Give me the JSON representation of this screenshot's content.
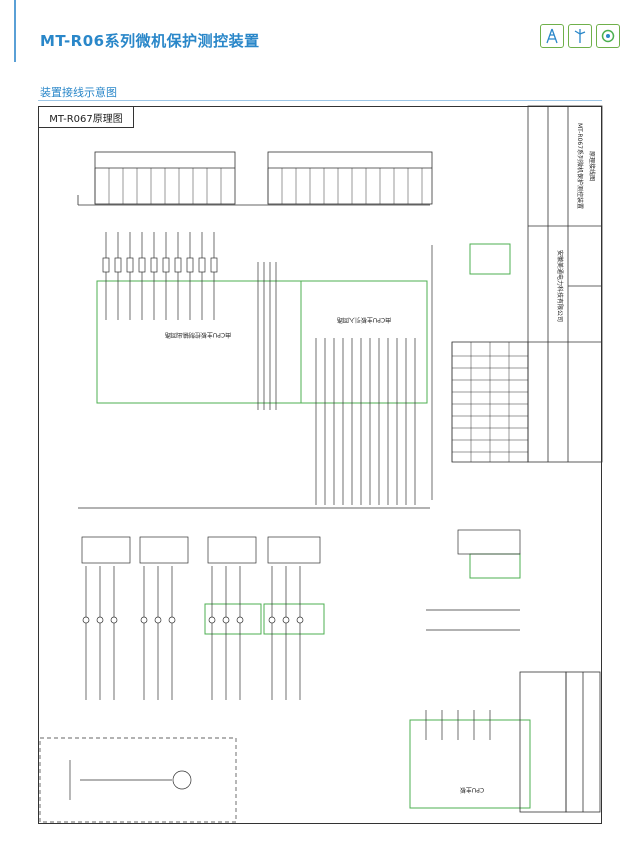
{
  "header": {
    "title": "MT-R06系列微机保护测控装置",
    "icons": [
      "oil-derrick-icon",
      "wind-turbine-icon",
      "recycle-energy-icon"
    ]
  },
  "section": {
    "title": "装置接线示意图"
  },
  "diagram": {
    "label": "MT-R067原理图",
    "box_cpu_out": "由CPU主板控制输出回路",
    "box_cpu_in": "由CPU主板引入回路",
    "cpu_board": "CPU主板",
    "title_block": {
      "company": "安徽美通电力科技有限公司",
      "product": "MT-R067系列微机保护测控装置",
      "drawing": "原理接线图"
    },
    "colors": {
      "accent": "#2a87c9",
      "green": "#4caf50",
      "line": "#333333"
    }
  }
}
